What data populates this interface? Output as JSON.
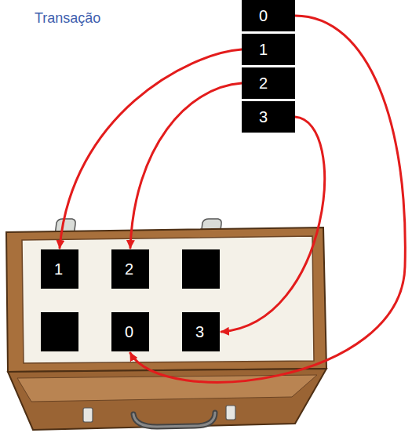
{
  "diagram": {
    "title": "Transação",
    "nodes": [
      {
        "text": [
          "0"
        ]
      },
      {
        "text": [
          "1"
        ]
      },
      {
        "text": [
          "2"
        ]
      },
      {
        "text": [
          "3"
        ]
      },
      {
        "text": [
          "1"
        ]
      },
      {
        "text": [
          "2"
        ]
      },
      {
        "text": [
          "0"
        ]
      },
      {
        "text": [
          "3"
        ]
      }
    ],
    "edges": [
      {
        "from": 0,
        "to": 6,
        "arrow": "to"
      },
      {
        "from": 1,
        "to": 4,
        "arrow": "to"
      },
      {
        "from": 2,
        "to": 5,
        "arrow": "to"
      },
      {
        "from": 3,
        "to": 7,
        "arrow": "to"
      }
    ]
  }
}
